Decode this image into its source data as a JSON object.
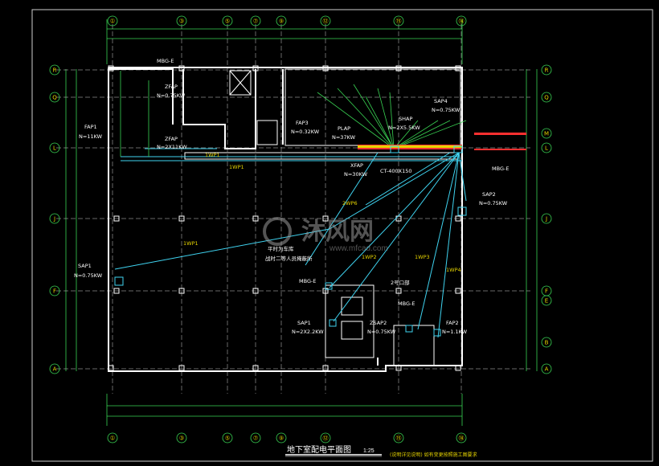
{
  "drawing": {
    "title": "地下室配电平面图",
    "scale": "1:25",
    "note": "(说明详见说明) 如有变更按照施工图要求",
    "watermark_text": "沐风网",
    "watermark_url": "www.mfcad.com"
  },
  "axes": {
    "top": [
      "①",
      "③",
      "⑤",
      "⑦",
      "⑨",
      "⑫",
      "⑮",
      "⑱"
    ],
    "bottom": [
      "①",
      "③",
      "⑤",
      "⑦",
      "⑨",
      "⑫",
      "⑮",
      "⑱"
    ],
    "left": [
      "R",
      "Q",
      "L",
      "J",
      "F",
      "A"
    ],
    "right": [
      "R",
      "Q",
      "M",
      "L",
      "J",
      "F",
      "E",
      "B",
      "A"
    ]
  },
  "labels": {
    "fap1": "FAP1",
    "fap1_kw": "N=11KW",
    "sap1_left": "SAP1",
    "sap1_left_kw": "N=0.75KW",
    "zfap_top": "ZFAP",
    "zfap_top_kw": "N=0.75KW",
    "zfap_mid": "ZFAP",
    "zfap_mid_kw": "N=2X11KW",
    "fap3": "FAP3",
    "fap3_kw": "N=0.32KW",
    "plap": "PLAP",
    "plap_kw": "N=37KW",
    "shap": "SHAP",
    "shap_kw": "N=2X5.5KW",
    "sap4": "SAP4",
    "sap4_kw": "N=0.75KW",
    "xfap": "XFAP",
    "xfap_kw": "N=30KW",
    "ct": "CT-400X150",
    "sap2": "SAP2",
    "sap2_kw": "N=0.75KW",
    "sap1_bottom": "SAP1",
    "sap1_bottom_kw": "N=2X2.2KW",
    "zsap2": "ZSAP2",
    "zsap2_kw": "N=0.75KW",
    "fap2": "FAP2",
    "fap2_kw": "N=1.1KW",
    "wp1": "1WP1",
    "wp1b": "1WP1",
    "wp1c": "1WP1",
    "wp2": "1WP2",
    "wp3": "1WP3",
    "wp4": "1WP4",
    "wp6": "2WP6",
    "entrance": "2号口部",
    "mbg": "MBG-E",
    "mbg2": "MBG-E",
    "mbg3": "MBG-E",
    "mbg4": "MBG-E",
    "room_a": "平时为车库",
    "room_b": "战时二等人员掩蔽所"
  }
}
